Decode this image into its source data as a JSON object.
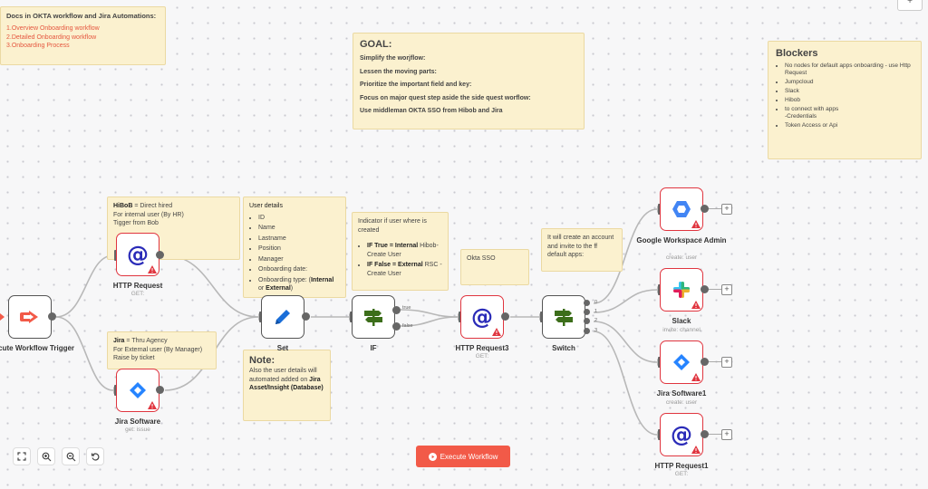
{
  "notes": {
    "docs": {
      "title": "Docs in OKTA workflow and Jira Automations:",
      "links": [
        "1.Overview Onboarding workflow",
        "2.Detailed Onboarding workflow",
        "3.Onboarding Process"
      ]
    },
    "goal": {
      "title": "GOAL:",
      "lines": [
        "Simplify the worjflow:",
        "Lessen the moving parts:",
        "Prioritize the important field and key:",
        "Focus on major quest step aside the side quest worflow:",
        "Use middleman OKTA SSO from Hibob and Jira"
      ]
    },
    "blockers": {
      "title": "Blockers",
      "items": [
        "No nodes for default apps onboarding - use Http Request",
        "Jumpcloud",
        "Slack",
        "Hibob",
        "to connect with apps\n-Credentials",
        "Token Access or Api"
      ]
    },
    "hibob": {
      "bold": "HiBoB",
      "rest": " = Direct hired",
      "lines": [
        "For internal user (By HR)",
        "Tigger from Bob"
      ]
    },
    "jira": {
      "bold": "Jira",
      "rest": " = Thru Agency",
      "lines": [
        "For External user (By Manager)",
        "Raise by ticket"
      ]
    },
    "user_details": {
      "title": "User details",
      "items": [
        "ID",
        "Name",
        "Lastname",
        "Position",
        "Manager",
        "Onboarding date:"
      ],
      "type_prefix": "Onboarding type: (",
      "type_internal": "Internal",
      "type_mid": " or ",
      "type_external": "External",
      "type_suffix": ")"
    },
    "indicator": {
      "title": "Indicator if user where is created",
      "if_true_bold": "IF True = Internal",
      "if_true_rest": " Hibob-Create User",
      "if_false_bold": "IF False = External",
      "if_false_rest": " RSC -Create User"
    },
    "okta": {
      "text": "Okta SSO"
    },
    "switch_note": {
      "text": "It will create an account and invite to the ff default apps:"
    },
    "note": {
      "title": "Note:",
      "text_prefix": "Also the user details will automated added on ",
      "text_bold": "Jira Asset/Insight (Database)"
    }
  },
  "nodes": {
    "trigger": {
      "label": "Execute Workflow Trigger"
    },
    "http": {
      "label": "HTTP Request",
      "sub": "GET:"
    },
    "jira_sw": {
      "label": "Jira Software",
      "sub": "get: issue"
    },
    "set": {
      "label": "Set"
    },
    "if": {
      "label": "IF",
      "true_label": "true",
      "false_label": "false"
    },
    "http3": {
      "label": "HTTP Request3",
      "sub": "GET:"
    },
    "switch": {
      "label": "Switch",
      "ports": [
        "0",
        "1",
        "2",
        "3"
      ]
    },
    "gws": {
      "label": "Google Workspace Admin",
      "sub": "create: user"
    },
    "slack": {
      "label": "Slack",
      "sub": "invite: channel"
    },
    "jira1": {
      "label": "Jira Software1",
      "sub": "create: user"
    },
    "http1": {
      "label": "HTTP Request1",
      "sub": "GET:"
    }
  },
  "controls": {
    "icons": [
      "fit-view-icon",
      "zoom-in-icon",
      "zoom-out-icon",
      "reset-zoom-icon"
    ],
    "execute_label": "Execute Workflow"
  },
  "colors": {
    "accent": "#f25a48",
    "error": "#e0353f",
    "note_bg": "#fbf1cf"
  }
}
